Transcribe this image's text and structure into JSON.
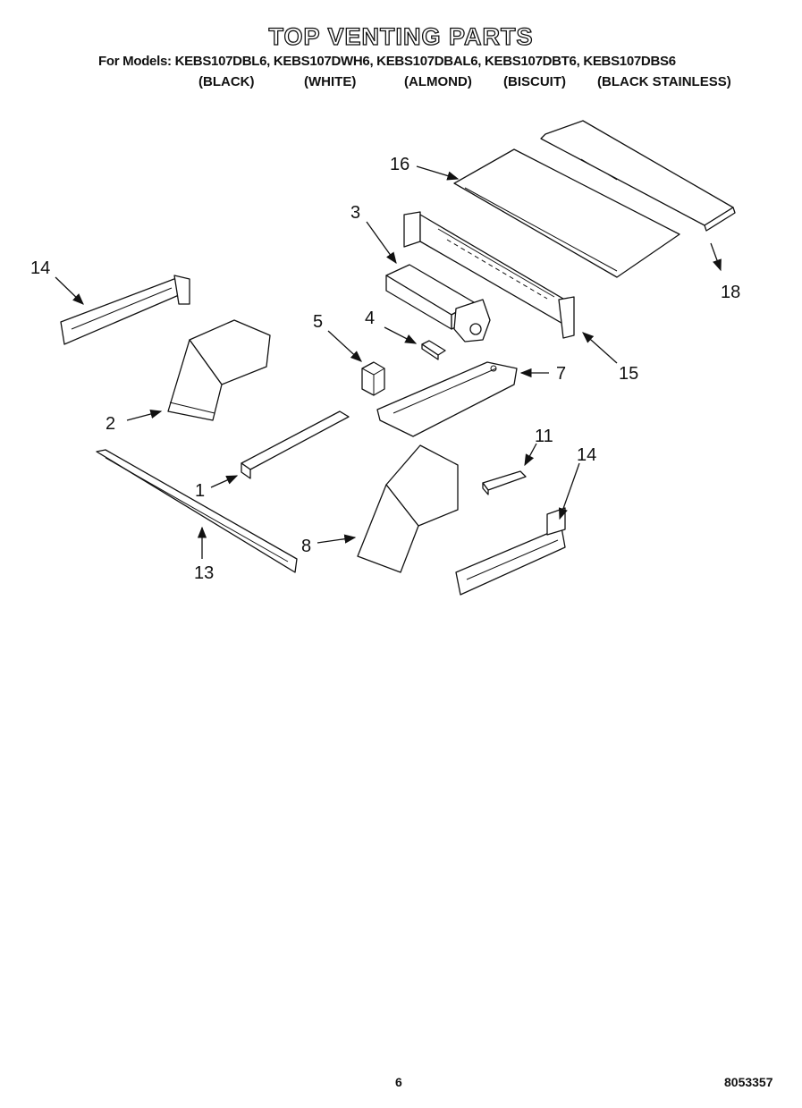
{
  "header": {
    "title": "TOP VENTING PARTS",
    "models_line": "For Models: KEBS107DBL6, KEBS107DWH6, KEBS107DBAL6, KEBS107DBT6, KEBS107DBS6",
    "colors": [
      "(BLACK)",
      "(WHITE)",
      "(ALMOND)",
      "(BISCUIT)",
      "(BLACK STAINLESS)"
    ]
  },
  "callouts": {
    "c1": "1",
    "c2": "2",
    "c3": "3",
    "c4": "4",
    "c5": "5",
    "c7": "7",
    "c8": "8",
    "c11": "11",
    "c13": "13",
    "c14a": "14",
    "c14b": "14",
    "c15": "15",
    "c16": "16",
    "c18": "18"
  },
  "footer": {
    "page_number": "6",
    "doc_number": "8053357"
  }
}
